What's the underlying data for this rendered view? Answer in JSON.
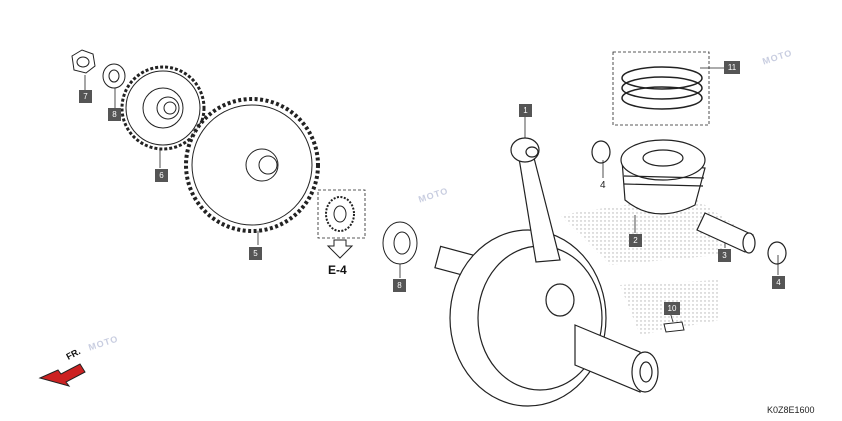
{
  "callouts": {
    "p1": "1",
    "p2": "2",
    "p3": "3",
    "p4a": "4",
    "p4b": "4",
    "p5": "5",
    "p6": "6",
    "p7": "7",
    "p8a": "8",
    "p8b": "8",
    "p10": "10",
    "p11": "11"
  },
  "references": {
    "e4": "E-4",
    "front": "FR."
  },
  "diagram_code": "K0Z8E1600",
  "watermark": {
    "text": "MOTO"
  },
  "colors": {
    "line": "#222222",
    "callout_fill": "#555555",
    "dot_pattern": "#bdbdbd",
    "watermark": "#c8cde0",
    "arrow": "#cc2222"
  }
}
